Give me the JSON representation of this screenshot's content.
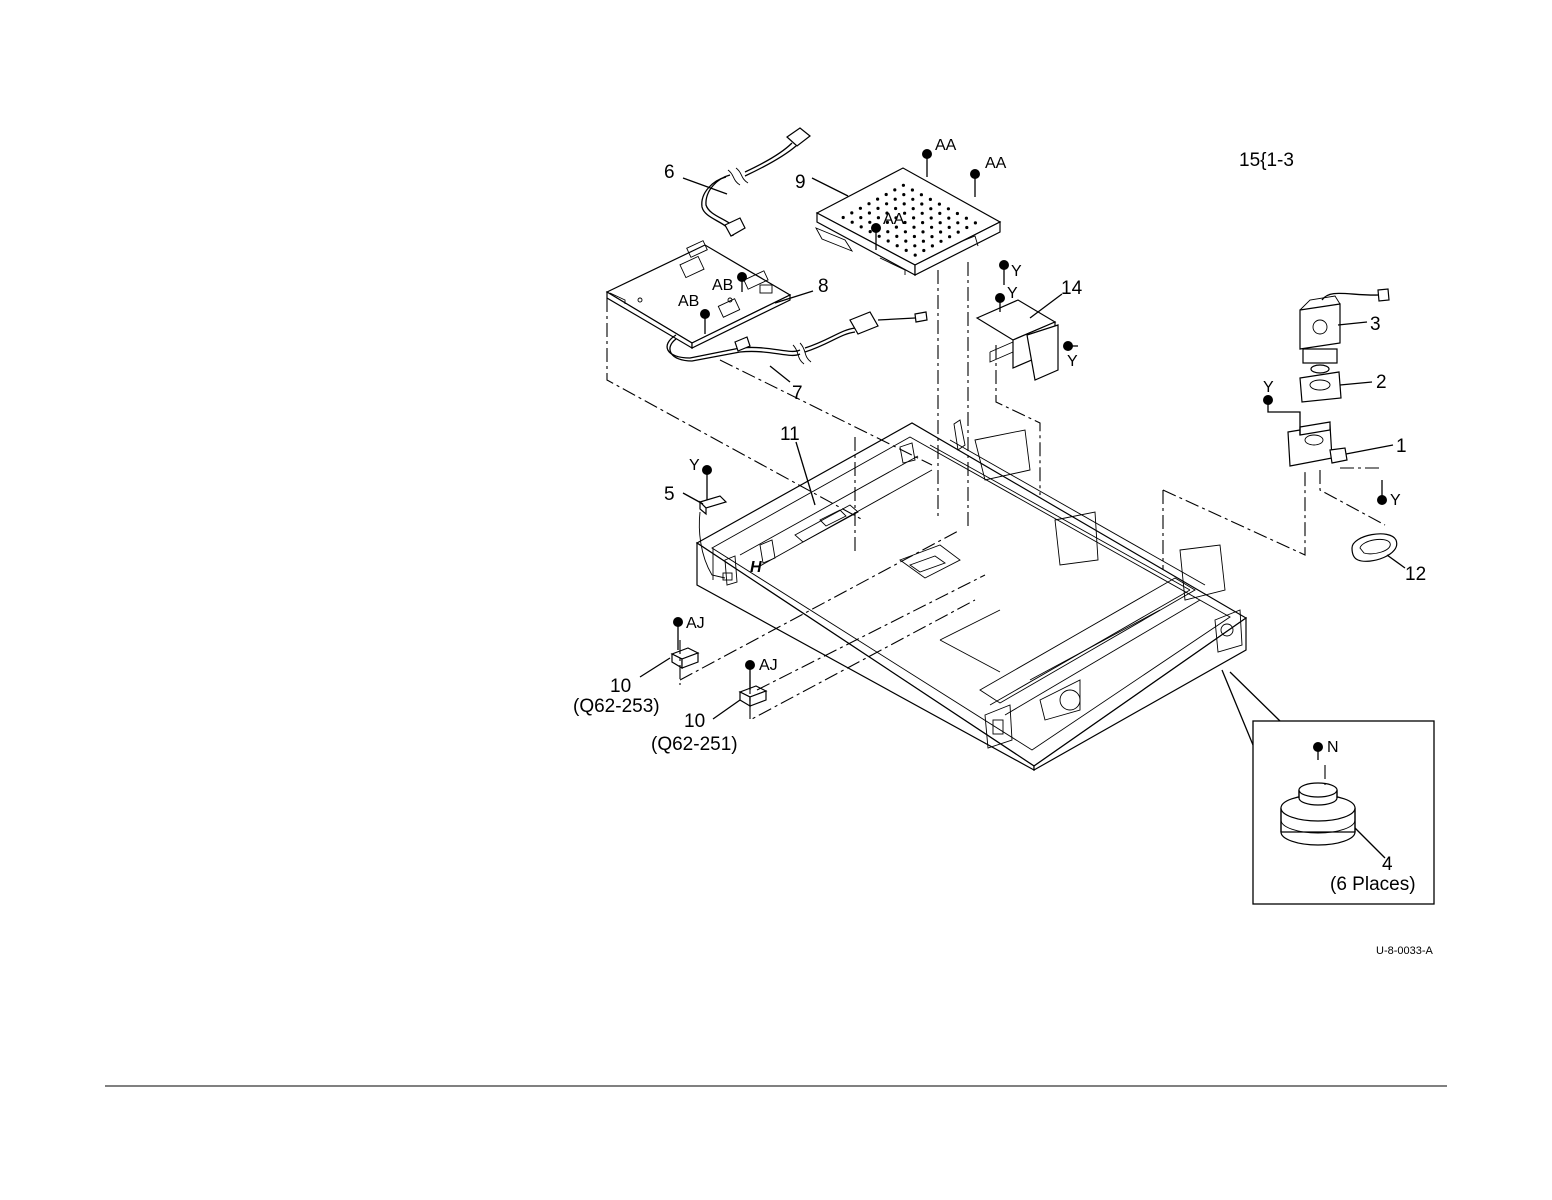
{
  "figure": {
    "reference": "15{1-3",
    "drawing_code": "U-8-0033-A"
  },
  "callouts": [
    {
      "id": "c1",
      "label": "1"
    },
    {
      "id": "c2",
      "label": "2"
    },
    {
      "id": "c3",
      "label": "3"
    },
    {
      "id": "c4",
      "label": "4"
    },
    {
      "id": "c4n",
      "label": "(6 Places)"
    },
    {
      "id": "c5",
      "label": "5"
    },
    {
      "id": "c6",
      "label": "6"
    },
    {
      "id": "c7",
      "label": "7"
    },
    {
      "id": "c8",
      "label": "8"
    },
    {
      "id": "c9",
      "label": "9"
    },
    {
      "id": "c10a",
      "label": "10"
    },
    {
      "id": "c10an",
      "label": "(Q62-253)"
    },
    {
      "id": "c10b",
      "label": "10"
    },
    {
      "id": "c10bn",
      "label": "(Q62-251)"
    },
    {
      "id": "c11",
      "label": "11"
    },
    {
      "id": "c12",
      "label": "12"
    },
    {
      "id": "c14",
      "label": "14"
    }
  ],
  "fastener_refs": {
    "aa": "AA",
    "ab": "AB",
    "y": "Y",
    "aj": "AJ",
    "n": "N",
    "h": "H"
  }
}
